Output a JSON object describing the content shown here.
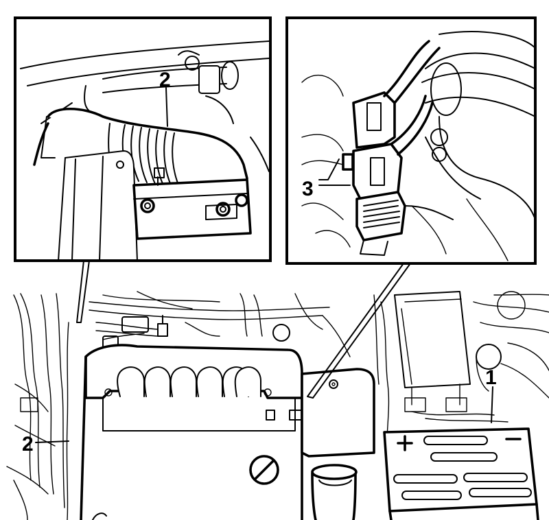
{
  "callouts": [
    {
      "id": "1",
      "label": "1"
    },
    {
      "id": "2-inset",
      "label": "2"
    },
    {
      "id": "3",
      "label": "3"
    },
    {
      "id": "2-main",
      "label": "2"
    }
  ],
  "icons": {
    "battery_plus": "plus-terminal-icon",
    "battery_minus": "minus-terminal-icon"
  },
  "colors": {
    "line": "#000000",
    "background": "#ffffff"
  }
}
